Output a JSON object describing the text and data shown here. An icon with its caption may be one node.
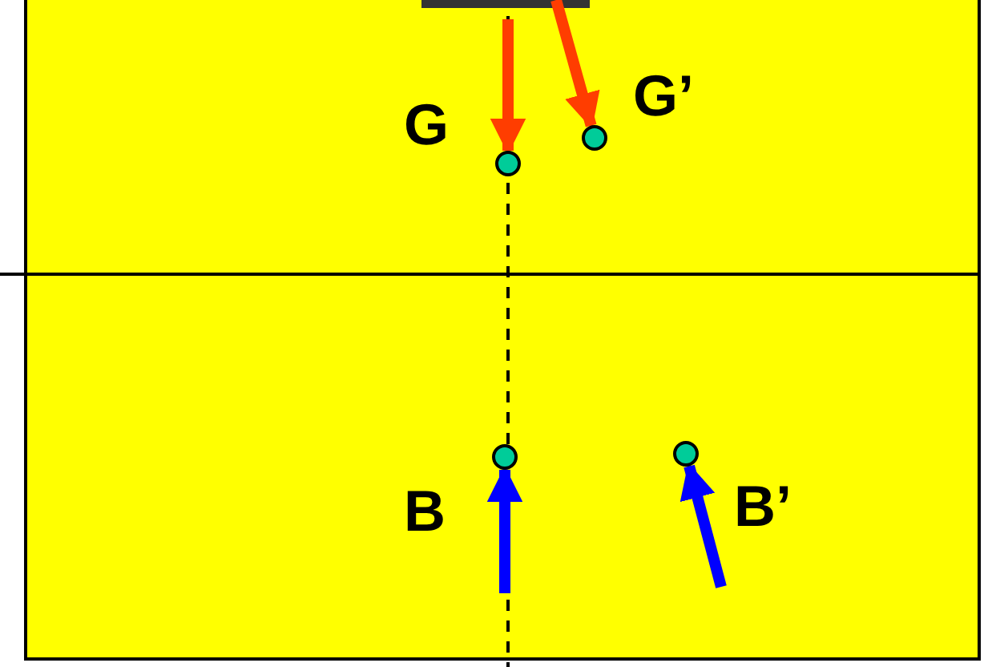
{
  "diagram": {
    "nodes": [
      {
        "text": [],
        "shape": "circle",
        "beside": [
          "G"
        ]
      },
      {
        "text": [],
        "shape": "circle",
        "beside": [
          "G’"
        ]
      },
      {
        "text": [],
        "shape": "circle",
        "beside": [
          "B"
        ]
      },
      {
        "text": [],
        "shape": "circle",
        "beside": [
          "B’"
        ]
      }
    ],
    "edges": [
      {
        "from": null,
        "to": 0,
        "arrow": "to",
        "color": "#ff3d00"
      },
      {
        "from": null,
        "to": 1,
        "arrow": "to",
        "color": "#ff3d00"
      },
      {
        "from": null,
        "to": 2,
        "arrow": "to",
        "color": "#0000ff"
      },
      {
        "from": null,
        "to": 3,
        "arrow": "to",
        "color": "#0000ff"
      }
    ]
  }
}
